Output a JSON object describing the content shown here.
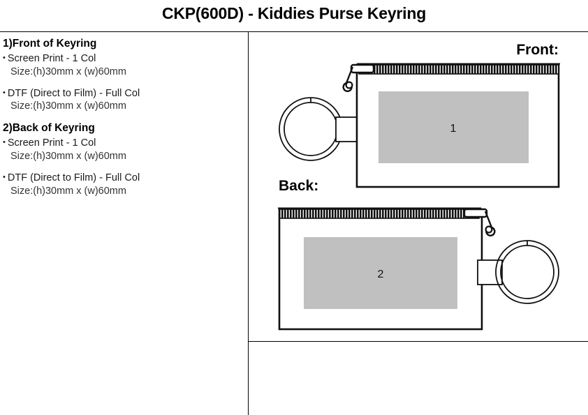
{
  "page": {
    "title": "CKP(600D) - Kiddies Purse Keyring",
    "background": "#ffffff",
    "line_color": "#000000",
    "print_area_color": "#c0c0c0"
  },
  "spec_panel": {
    "groups": [
      {
        "heading": "1)Front of Keyring",
        "items": [
          {
            "bullet": "•",
            "method": "Screen Print - 1 Col",
            "size": "Size:(h)30mm x (w)60mm"
          },
          {
            "bullet": "•",
            "method": "DTF (Direct to Film) - Full Col",
            "size": "Size:(h)30mm x (w)60mm"
          }
        ]
      },
      {
        "heading": "2)Back of Keyring",
        "items": [
          {
            "bullet": "•",
            "method": "Screen Print - 1 Col",
            "size": "Size:(h)30mm x (w)60mm"
          },
          {
            "bullet": "•",
            "method": "DTF (Direct to Film) - Full Col",
            "size": "Size:(h)30mm x (w)60mm"
          }
        ]
      }
    ]
  },
  "artwork": {
    "front": {
      "label": "Front:",
      "print_area_number": "1",
      "keyring_side": "left",
      "zipper_pull_side": "left"
    },
    "back": {
      "label": "Back:",
      "print_area_number": "2",
      "keyring_side": "right",
      "zipper_pull_side": "right"
    }
  }
}
